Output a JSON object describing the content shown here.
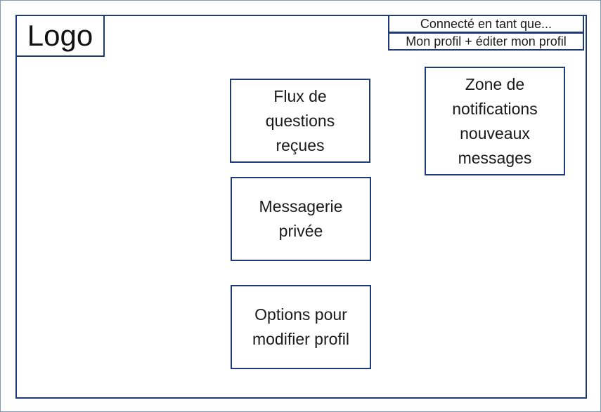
{
  "header": {
    "logo_label": "Logo",
    "connected_as": "Connecté en tant que...",
    "profile_link": "Mon profil + éditer mon profil"
  },
  "main": {
    "question_feed": "Flux de\nquestions\nreçues",
    "private_messaging": "Messagerie\nprivée",
    "profile_options": "Options pour\nmodifier profil"
  },
  "sidebar": {
    "notifications": "Zone de\nnotifications\nnouveaux\nmessages"
  }
}
